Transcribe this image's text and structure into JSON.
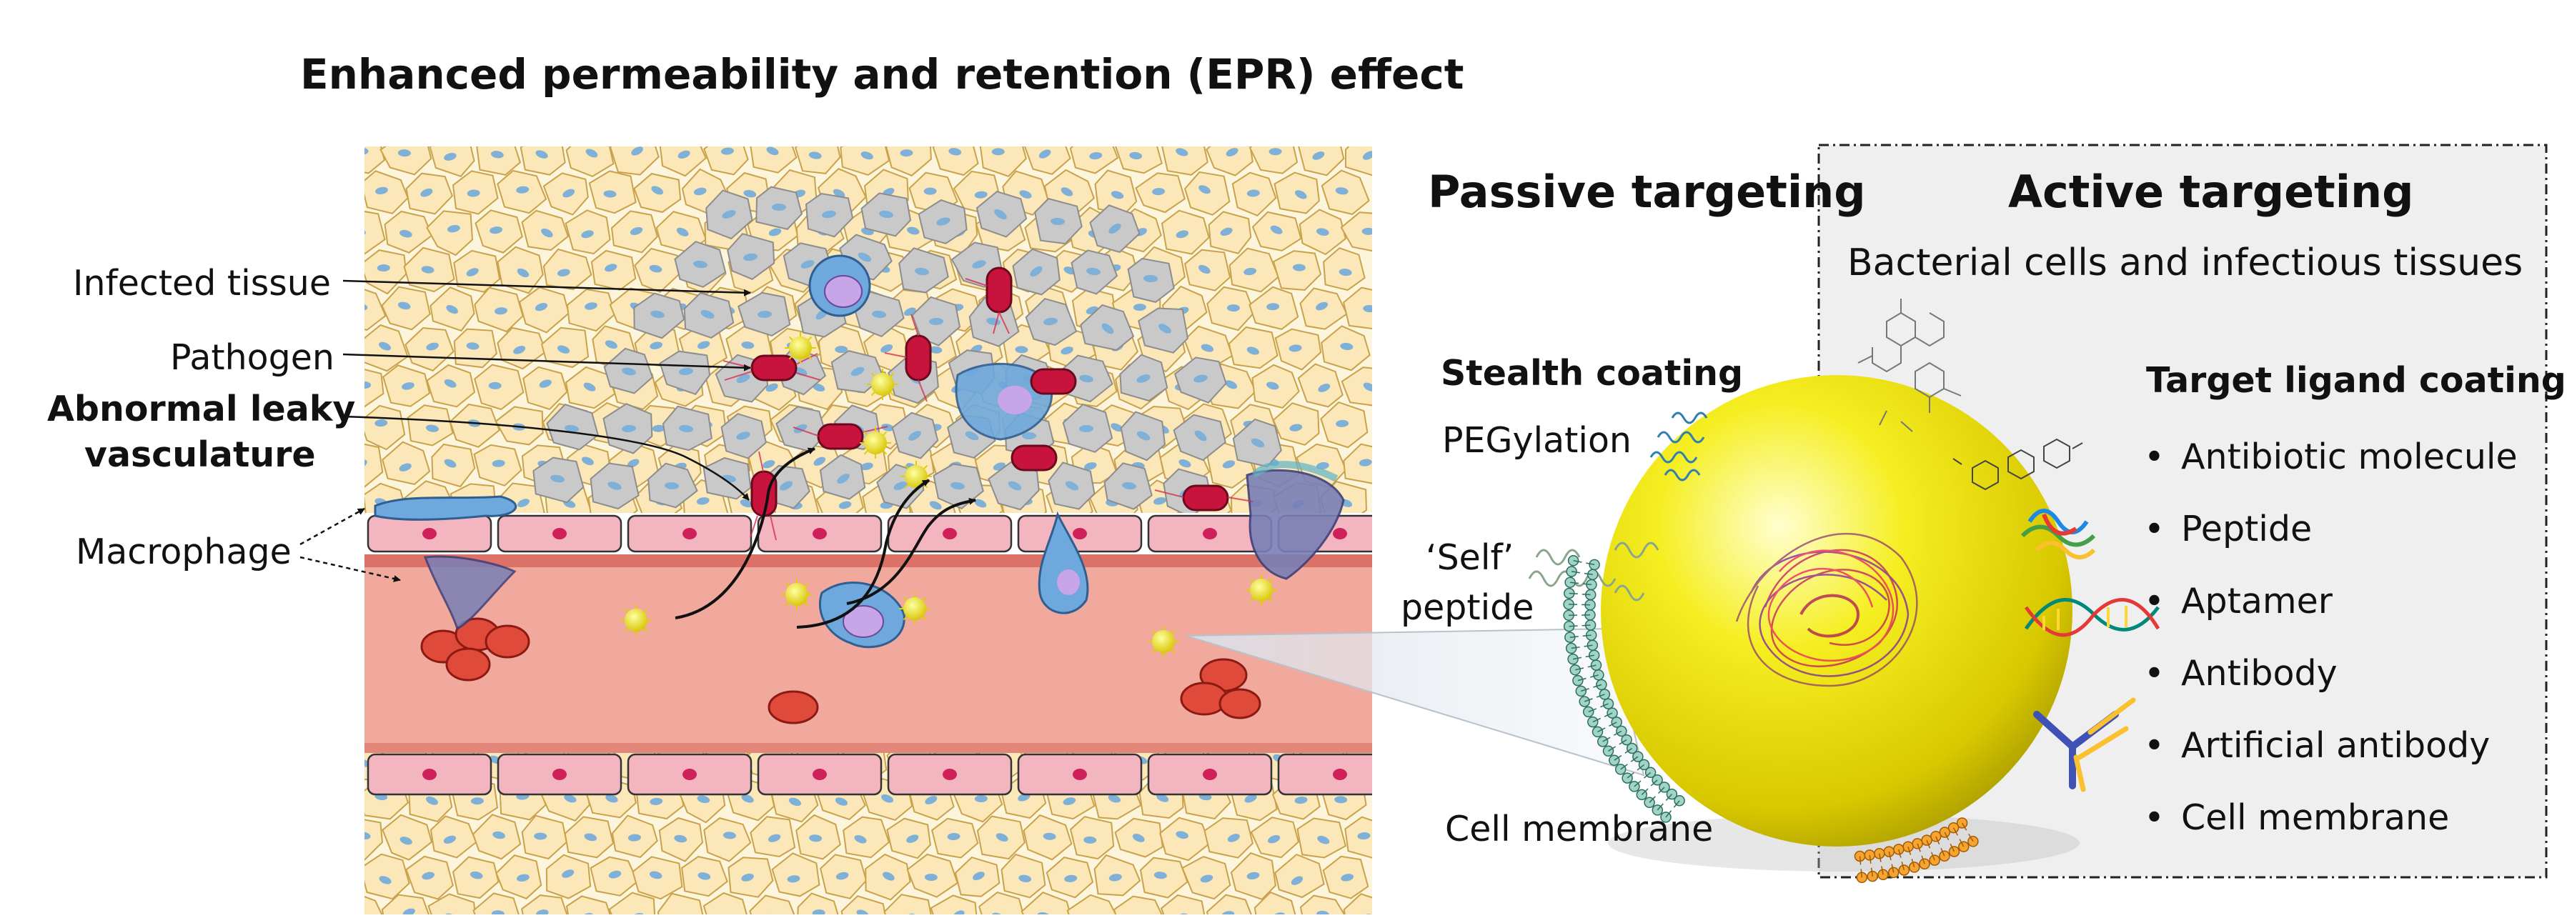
{
  "title": "Enhanced permeability and retention (EPR) effect",
  "epr_labels": {
    "infected_tissue": "Infected tissue",
    "pathogen": "Pathogen",
    "abnormal_line1": "Abnormal leaky",
    "abnormal_line2": "vasculature",
    "macrophage": "Macrophage"
  },
  "passive": {
    "heading": "Passive targeting",
    "stealth_heading": "Stealth coating",
    "pegylation": "PEGylation",
    "self_line1": "‘Self’",
    "self_line2": "peptide",
    "cell_membrane": "Cell membrane"
  },
  "active": {
    "heading": "Active targeting",
    "subheading": "Bacterial cells and infectious tissues",
    "ligand_heading": "Target ligand coating",
    "items": [
      "Antibiotic molecule",
      "Peptide",
      "Aptamer",
      "Antibody",
      "Artificial antibody",
      "Cell membrane"
    ]
  },
  "colors": {
    "tissue_cell": "#fbe7b8",
    "tissue_outline": "#c9a24a",
    "infected_cell": "#c9c9c9",
    "vessel_lumen": "#f2a99d",
    "endothelium": "#f3b6c0",
    "red_blood_cell": "#e04a3a",
    "pathogen": "#c8143c",
    "nanoparticle": "#f2e600",
    "active_panel_bg": "#efefef"
  }
}
